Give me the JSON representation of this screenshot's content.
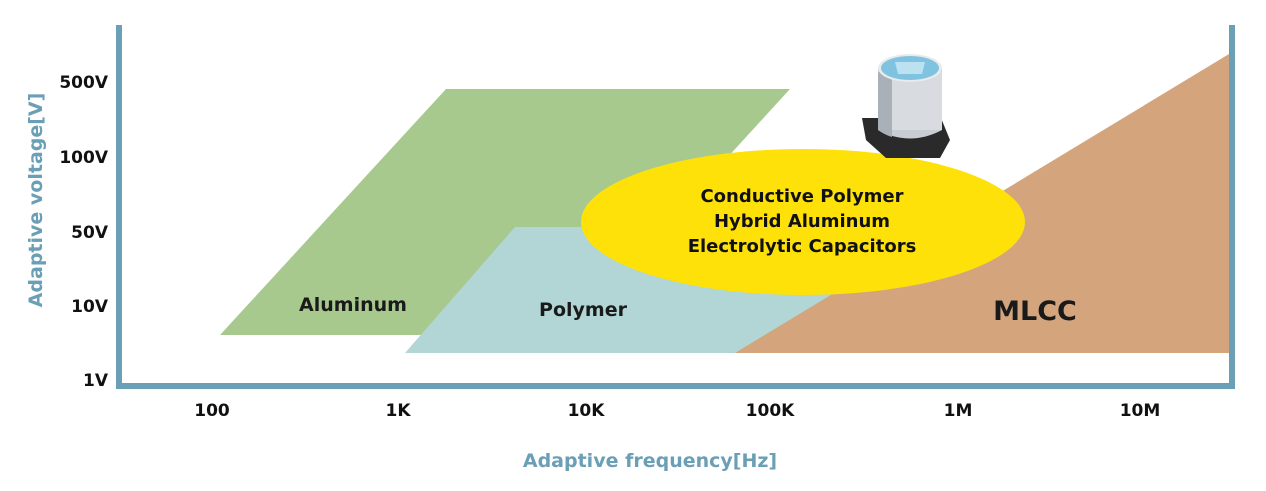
{
  "axes": {
    "x_title": "Adaptive frequency[Hz]",
    "y_title": "Adaptive voltage[V]",
    "x_ticks": [
      "100",
      "1K",
      "10K",
      "100K",
      "1M",
      "10M"
    ],
    "y_ticks": [
      "500V",
      "100V",
      "50V",
      "10V",
      "1V"
    ]
  },
  "regions": {
    "aluminum": "Aluminum",
    "polymer": "Polymer",
    "mlcc": "MLCC"
  },
  "hybrid": {
    "line1": "Conductive Polymer",
    "line2": "Hybrid Aluminum",
    "line3": "Electrolytic Capacitors"
  },
  "colors": {
    "axis": "#6a9fb5",
    "aluminum": "#a8c98e",
    "polymer": "#b2d5d5",
    "mlcc": "#d4a57d",
    "hybrid": "#ffe10a"
  }
}
